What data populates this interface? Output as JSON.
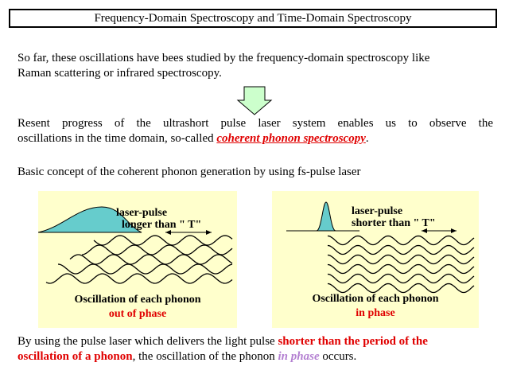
{
  "title": "Frequency-Domain Spectroscopy and Time-Domain Spectroscopy",
  "para1": {
    "line1": "So far, these oscillations have bees studied by the frequency-domain spectroscopy like",
    "line2": "Raman scattering or infrared spectroscopy."
  },
  "para2": {
    "line1": "Resent progress of the ultrashort pulse laser system enables us to observe the",
    "line2_pre": "oscillations in the time domain, so-called ",
    "line2_em": "coherent phonon spectroscopy",
    "line2_post": "."
  },
  "para3": "Basic concept of the coherent phonon generation by using fs-pulse laser",
  "left_panel": {
    "label_line1": "laser-pulse",
    "label_line2": "longer than \" T\"",
    "caption_line1": "Oscillation of each phonon",
    "caption_line2": "out of phase"
  },
  "right_panel": {
    "label_line1": "laser-pulse",
    "label_line2": "shorter than \" T\"",
    "caption_line1": "Oscillation of each phonon",
    "caption_line2": "in phase"
  },
  "para4": {
    "part1": "By using the pulse laser which delivers the light pulse ",
    "part2_red": "shorter than the period of the",
    "part3_red": "oscillation of a phonon",
    "part4": ", the oscillation of the phonon ",
    "part5_purple": "in phase",
    "part6": " occurs."
  },
  "colors": {
    "red": "#e00000",
    "purple": "#b37fd1",
    "panel_bg": "#ffffcc",
    "pulse_fill": "#66cccc",
    "arrow_fill": "#ccffcc"
  }
}
